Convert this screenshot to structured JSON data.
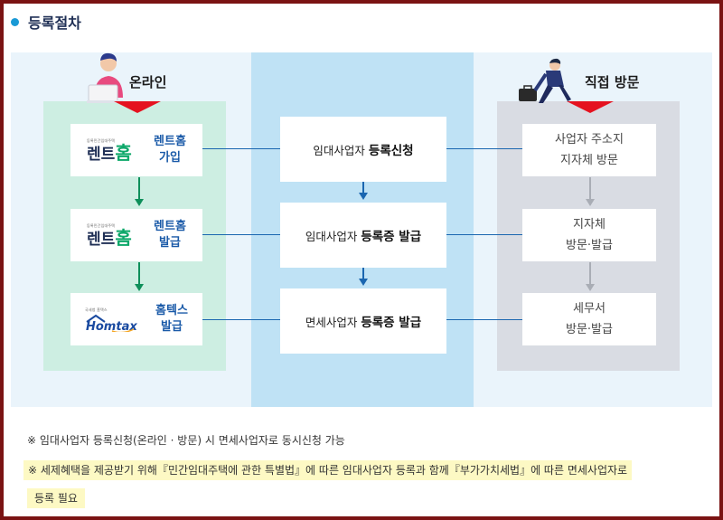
{
  "section": {
    "title": "등록절차"
  },
  "columns": {
    "online": {
      "label": "온라인"
    },
    "visit": {
      "label": "직접 방문"
    }
  },
  "online_steps": [
    {
      "logo_small": "등록민간임대주택",
      "logo_main_a": "렌트",
      "logo_main_b": "홈",
      "label_line1": "렌트홈",
      "label_line2": "가입"
    },
    {
      "logo_small": "등록민간임대주택",
      "logo_main_a": "렌트",
      "logo_main_b": "홈",
      "label_line1": "렌트홈",
      "label_line2": "발급"
    },
    {
      "logo_small": "국세청 홈택스",
      "logo_main": "Homtax",
      "label_line1": "홈텍스",
      "label_line2": "발급"
    }
  ],
  "middle_steps": [
    {
      "prefix": "임대사업자",
      "bold": "등록신청"
    },
    {
      "prefix": "임대사업자",
      "bold": "등록증 발급"
    },
    {
      "prefix": "면세사업자",
      "bold": "등록증 발급"
    }
  ],
  "visit_steps": [
    {
      "line1": "사업자 주소지",
      "line2": "지자체 방문"
    },
    {
      "line1": "지자체",
      "line2": "방문·발급"
    },
    {
      "line1": "세무서",
      "line2": "방문·발급"
    }
  ],
  "notes": {
    "note1": "※ 임대사업자 등록신청(온라인 · 방문) 시 면세사업자로 동시신청 가능",
    "note2": "※ 세제혜택을 제공받기 위해『민간임대주택에 관한 특별법』에 따른 임대사업자 등록과 함께『부가가치세법』에 따른 면세사업자로",
    "note3": "등록 필요"
  },
  "colors": {
    "accent_red": "#e5121f",
    "online_bg": "#cdeee2",
    "middle_bg": "#bfe2f5",
    "visit_bg": "#d9dce3",
    "connector_blue": "#1a66b0",
    "arrow_green": "#0e8f5a",
    "arrow_gray": "#a9adb5",
    "highlight": "#fdf9c4"
  }
}
